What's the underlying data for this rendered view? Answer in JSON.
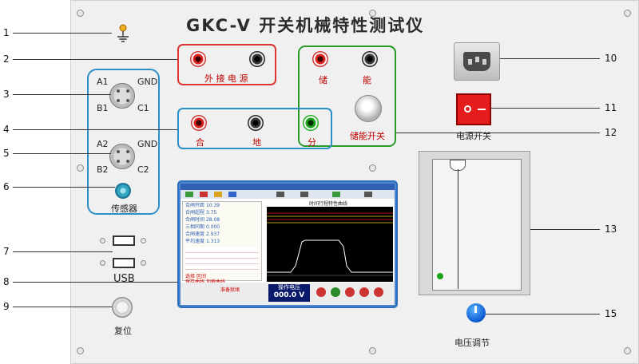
{
  "title": "GKC-V 开关机械特性测试仪",
  "callouts": {
    "left": [
      "1",
      "2",
      "3",
      "4",
      "5",
      "6",
      "7",
      "8",
      "9"
    ],
    "right": [
      "10",
      "11",
      "12",
      "13",
      "15"
    ]
  },
  "ports": {
    "external_power": "外 接 电 源",
    "storage": "储",
    "energy": "能",
    "close": "合",
    "ground": "地",
    "open": "分",
    "storage_switch": "储能开关",
    "power_switch": "电源开关",
    "a1": "A1",
    "b1": "B1",
    "c1": "C1",
    "gnd1": "GND",
    "a2": "A2",
    "b2": "B2",
    "c2": "C2",
    "gnd2": "GND",
    "sensor": "传感器",
    "usb": "USB",
    "reset": "复位",
    "voltage_adjust": "电压调节"
  },
  "screen": {
    "chart_title": "时间行程特性曲线",
    "op_voltage_label": "操作电压",
    "op_voltage_value": "000.0 V",
    "params": [
      [
        "合闸开距",
        "10.39"
      ],
      [
        "合闸超程",
        "3.75"
      ],
      [
        "合闸时间",
        "28.08"
      ],
      [
        "三相同期",
        "0.000"
      ],
      [
        "合闸速度",
        "2.937"
      ],
      [
        "平均速度",
        "1.313"
      ]
    ],
    "buttons": [
      "选择",
      "区间",
      "保存曲线",
      "加载曲线"
    ],
    "status": "准备就绪"
  },
  "colors": {
    "panel": "#f0f0f0",
    "red_box": "#d33",
    "green_box": "#2b9b2b",
    "blue_box": "#2d8fc8",
    "screen_frame": "#2a6fbf"
  }
}
